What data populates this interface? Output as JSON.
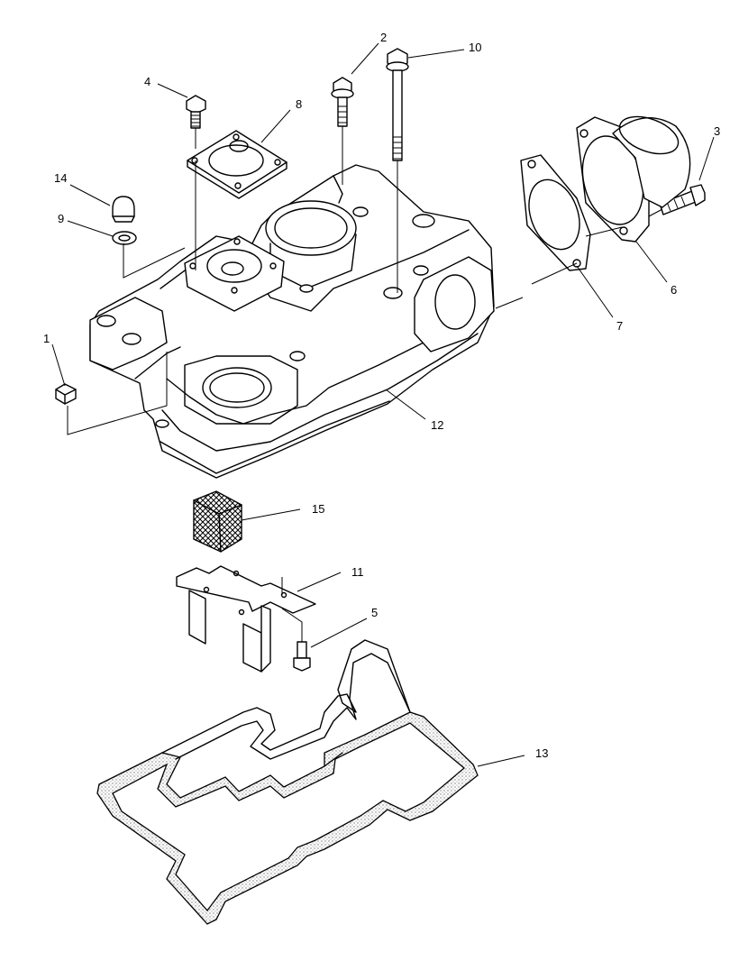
{
  "callouts": {
    "c1": "1",
    "c2": "2",
    "c3": "3",
    "c4": "4",
    "c5": "5",
    "c6": "6",
    "c7": "7",
    "c8": "8",
    "c9": "9",
    "c10": "10",
    "c11": "11",
    "c12": "12",
    "c13": "13",
    "c14": "14",
    "c15": "15"
  },
  "colors": {
    "line": "#000000",
    "background": "#ffffff",
    "stipple": "#9a9a9a"
  }
}
